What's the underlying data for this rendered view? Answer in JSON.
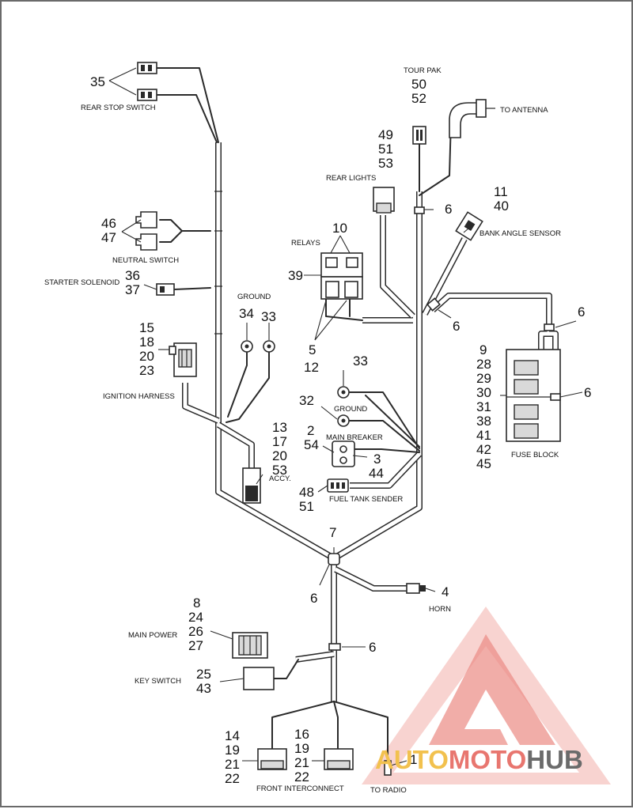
{
  "labels": {
    "rear_stop_switch": "REAR STOP SWITCH",
    "tour_pak": "TOUR PAK",
    "to_antenna": "TO ANTENNA",
    "rear_lights": "REAR LIGHTS",
    "neutral_switch": "NEUTRAL SWITCH",
    "relays": "RELAYS",
    "bank_angle_sensor": "BANK ANGLE SENSOR",
    "starter_solenoid": "STARTER SOLENOID",
    "ground_top": "GROUND",
    "ignition_harness": "IGNITION HARNESS",
    "ground_mid": "GROUND",
    "main_breaker": "MAIN BREAKER",
    "fuse_block": "FUSE BLOCK",
    "accy": "ACCY.",
    "fuel_tank_sender": "FUEL TANK SENDER",
    "horn": "HORN",
    "main_power": "MAIN POWER",
    "key_switch": "KEY SWITCH",
    "front_interconnect": "FRONT INTERCONNECT",
    "to_radio": "TO RADIO"
  },
  "callouts": {
    "rear_stop": [
      "35"
    ],
    "tour_pak": [
      "50",
      "52"
    ],
    "rear_lights": [
      "49",
      "51",
      "53"
    ],
    "bank_angle": [
      "11",
      "40"
    ],
    "neutral": [
      "46",
      "47"
    ],
    "relays_top": [
      "10"
    ],
    "relays_side": [
      "39"
    ],
    "starter": [
      "36",
      "37"
    ],
    "ground_ring_a": [
      "34"
    ],
    "ground_ring_b": [
      "33"
    ],
    "ignition": [
      "15",
      "18",
      "20",
      "23"
    ],
    "relay_bottom": [
      "5",
      "12"
    ],
    "clip_tourpak": [
      "6"
    ],
    "clip_bank": [
      "6"
    ],
    "clip_fuse_top": [
      "6"
    ],
    "clip_fuse_mid": [
      "6"
    ],
    "ground_mid_33": [
      "33"
    ],
    "ground_mid_32": [
      "32"
    ],
    "fuse_block": [
      "9",
      "28",
      "29",
      "30",
      "31",
      "38",
      "41",
      "42",
      "45"
    ],
    "accy": [
      "13",
      "17",
      "20",
      "53"
    ],
    "breaker_left": [
      "2",
      "54"
    ],
    "breaker_right": [
      "3",
      "44"
    ],
    "fuel": [
      "48",
      "51"
    ],
    "junction": [
      "7"
    ],
    "junction_clip": [
      "6"
    ],
    "horn": [
      "4"
    ],
    "main_power": [
      "8",
      "24",
      "26",
      "27"
    ],
    "lower_clip": [
      "6"
    ],
    "key_switch": [
      "25",
      "43"
    ],
    "front_left": [
      "14",
      "19",
      "21",
      "22"
    ],
    "front_right": [
      "16",
      "19",
      "21",
      "22"
    ],
    "radio": [
      "1"
    ]
  },
  "logo": {
    "word_a": "AUTO",
    "word_b": "MOTO",
    "word_c": "HUB",
    "color_a": "#f2c14e",
    "color_b": "#e8766f",
    "color_c": "#6b6b6b"
  }
}
